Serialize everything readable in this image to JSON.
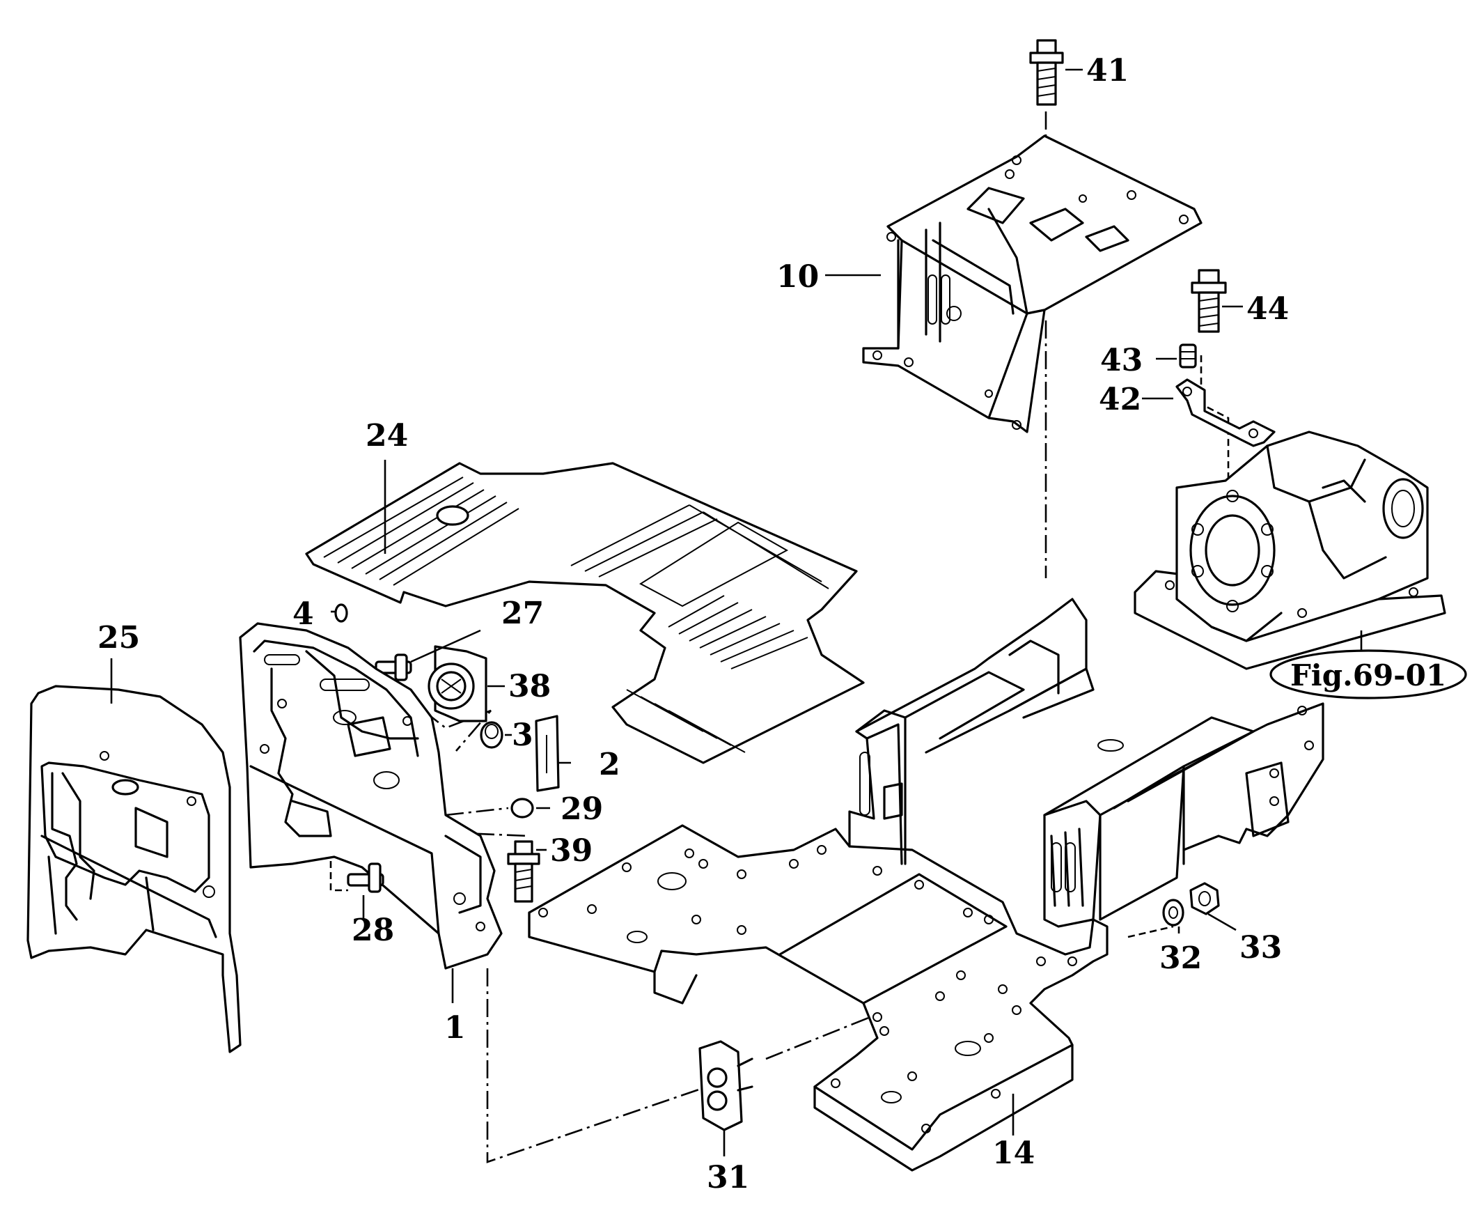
{
  "diagram": {
    "callouts": [
      "41",
      "10",
      "44",
      "43",
      "42",
      "24",
      "4",
      "27",
      "25",
      "38",
      "3",
      "2",
      "29",
      "39",
      "28",
      "1",
      "32",
      "33",
      "31",
      "14"
    ],
    "figure_reference": "Fig.69-01"
  }
}
